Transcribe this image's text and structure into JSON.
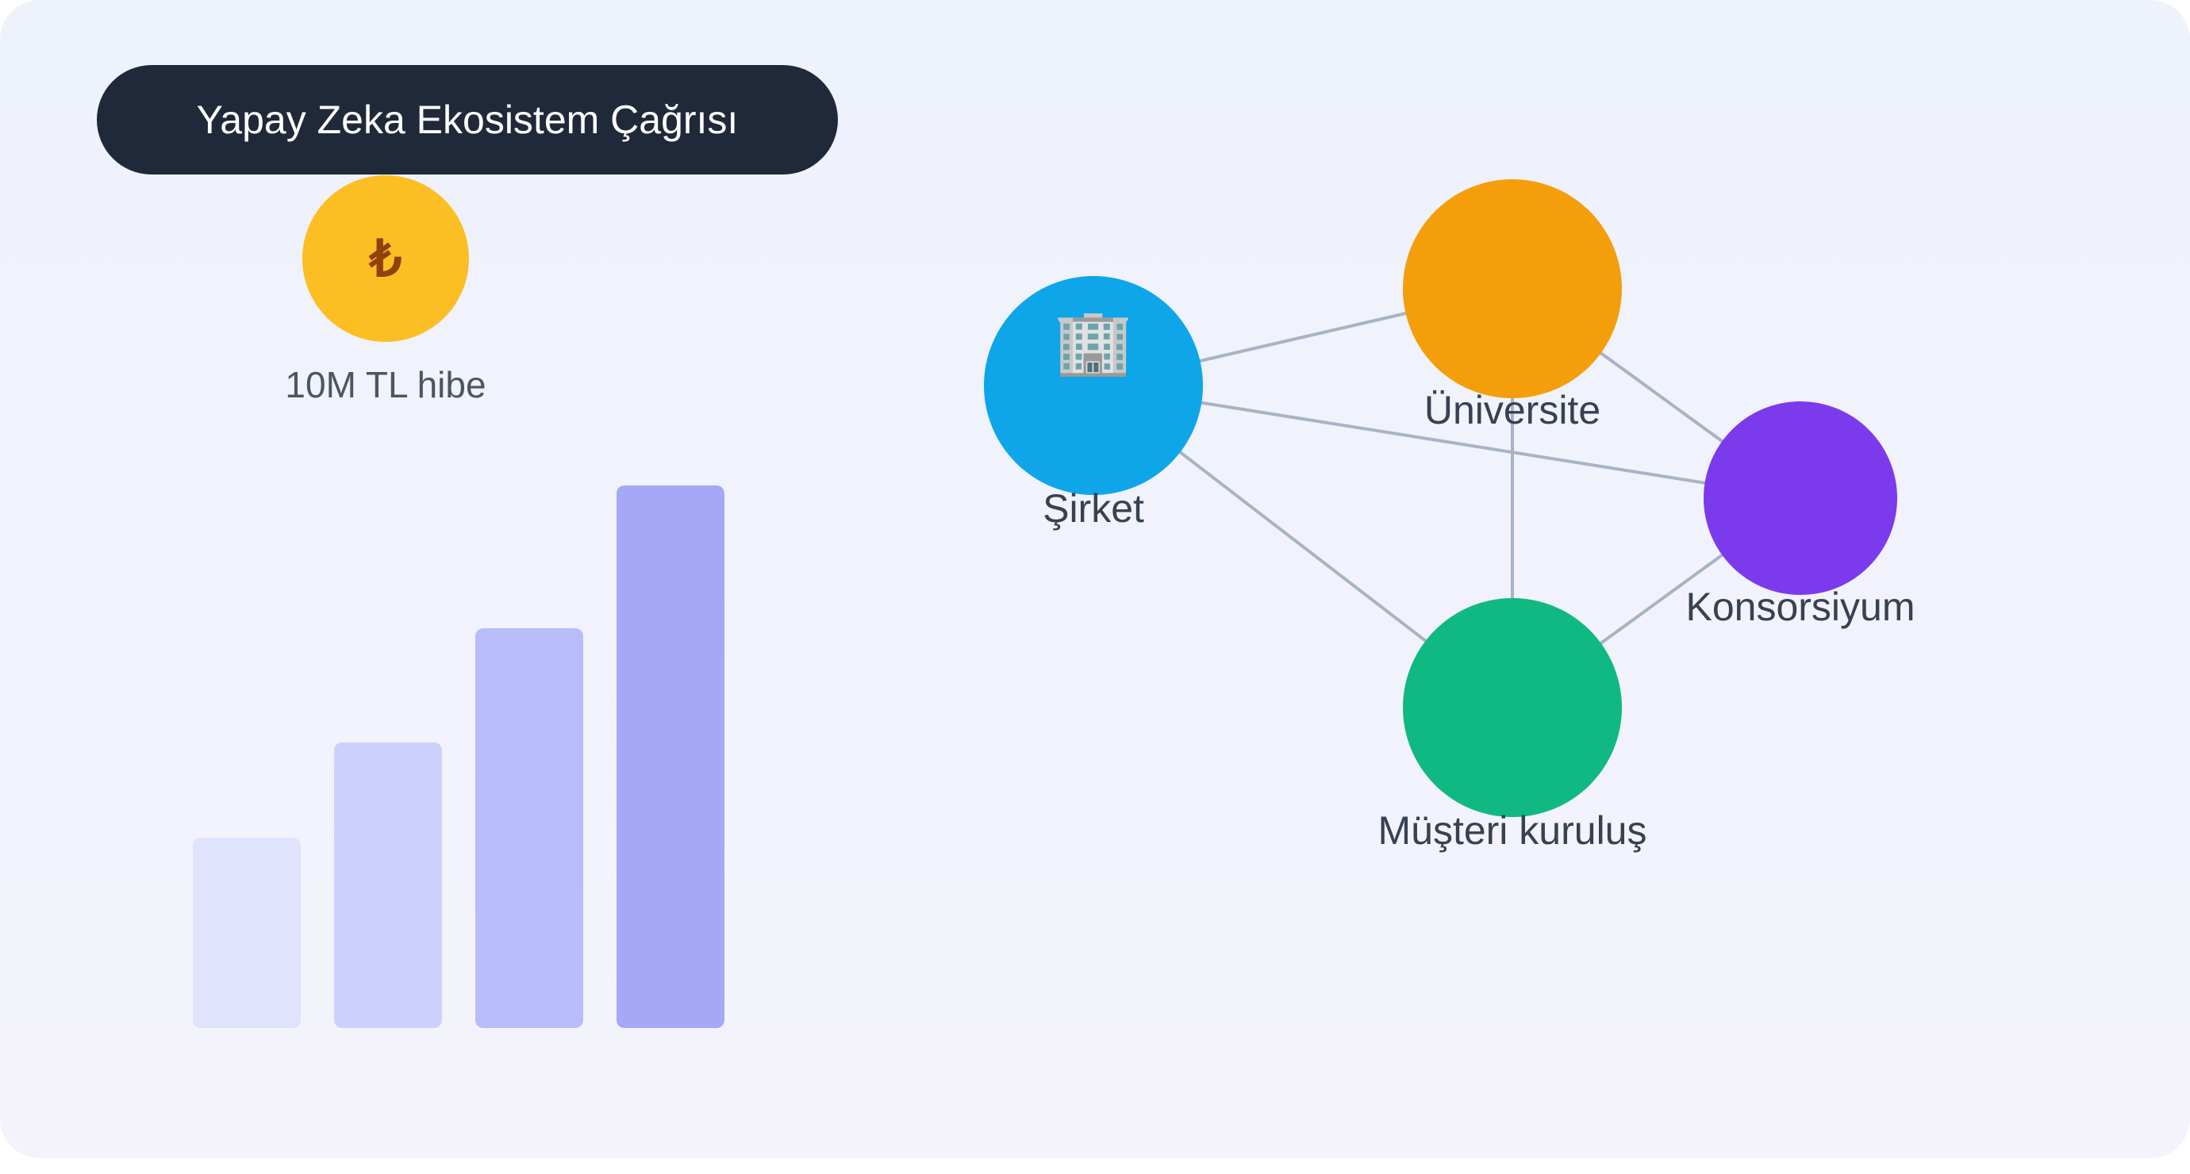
{
  "title": "Yapay Zeka Ekosistem Çağrısı",
  "grant": {
    "symbol": "₺",
    "label": "10M TL hibe",
    "coin_color": "#fbbf24"
  },
  "growth_bars": {
    "values": [
      1,
      1.5,
      2.1,
      2.85
    ],
    "colors": [
      "#dfe3fb",
      "#cbd1fb",
      "#b8bcf9",
      "#a4a8f5"
    ]
  },
  "network": {
    "nodes": [
      {
        "id": "sirket",
        "label": "Şirket",
        "color": "#0ea5e9",
        "icon": "office-building-icon",
        "glyph": "🏢"
      },
      {
        "id": "universite",
        "label": "Üniversite",
        "color": "#f59e0b",
        "icon": "",
        "glyph": ""
      },
      {
        "id": "konsorsiyum",
        "label": "Konsorsiyum",
        "color": "#7c3aed",
        "icon": "",
        "glyph": ""
      },
      {
        "id": "musteri",
        "label": "Müşteri kuruluş",
        "color": "#10b981",
        "icon": "",
        "glyph": ""
      }
    ],
    "edges": [
      [
        "sirket",
        "universite"
      ],
      [
        "sirket",
        "konsorsiyum"
      ],
      [
        "sirket",
        "musteri"
      ],
      [
        "universite",
        "konsorsiyum"
      ],
      [
        "universite",
        "musteri"
      ],
      [
        "konsorsiyum",
        "musteri"
      ]
    ],
    "edge_color": "#a8b3c4"
  }
}
